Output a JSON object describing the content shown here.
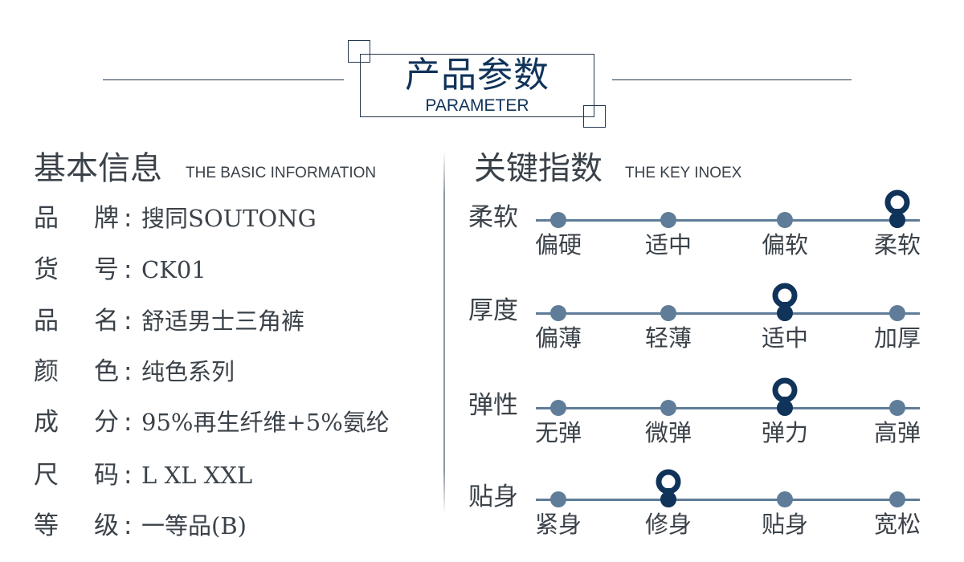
{
  "header": {
    "title": "产品参数",
    "subtitle": "PARAMETER"
  },
  "basic_info": {
    "title_cn": "基本信息",
    "title_en": "THE BASIC INFORMATION",
    "rows": [
      {
        "k1": "品",
        "k2": "牌",
        "colon": ":",
        "value": "搜同SOUTONG"
      },
      {
        "k1": "货",
        "k2": "号",
        "colon": ":",
        "value": "CK01"
      },
      {
        "k1": "品",
        "k2": "名",
        "colon": ":",
        "value": "舒适男士三角裤"
      },
      {
        "k1": "颜",
        "k2": "色",
        "colon": ":",
        "value": "纯色系列"
      },
      {
        "k1": "成",
        "k2": "分",
        "colon": ":",
        "value": "95%再生纤维+5%氨纶"
      },
      {
        "k1": "尺",
        "k2": "码",
        "colon": ":",
        "value": "L  XL  XXL"
      },
      {
        "k1": "等",
        "k2": "级",
        "colon": ":",
        "value": "一等品(B)"
      }
    ]
  },
  "key_index": {
    "title_cn": "关键指数",
    "title_en": "THE KEY INOEX",
    "scales": [
      {
        "name": "柔软",
        "options": [
          "偏硬",
          "适中",
          "偏软",
          "柔软"
        ],
        "selected_index": 3
      },
      {
        "name": "厚度",
        "options": [
          "偏薄",
          "轻薄",
          "适中",
          "加厚"
        ],
        "selected_index": 2
      },
      {
        "name": "弹性",
        "options": [
          "无弹",
          "微弹",
          "弹力",
          "高弹"
        ],
        "selected_index": 2
      },
      {
        "name": "贴身",
        "options": [
          "紧身",
          "修身",
          "贴身",
          "宽松"
        ],
        "selected_index": 1
      }
    ]
  },
  "colors": {
    "navy": "#10335a",
    "scale": "#5f7c98",
    "text": "#3b4249"
  }
}
